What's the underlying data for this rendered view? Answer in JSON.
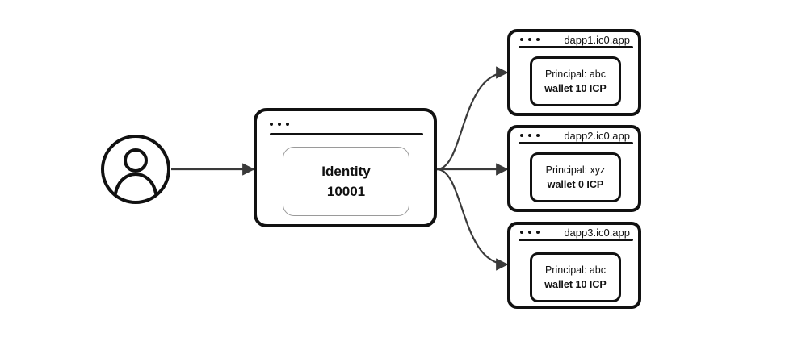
{
  "identity": {
    "title": "Identity",
    "number": "10001"
  },
  "dapps": [
    {
      "url": "dapp1.ic0.app",
      "principal": "Principal: abc",
      "wallet": "wallet 10 ICP"
    },
    {
      "url": "dapp2.ic0.app",
      "principal": "Principal: xyz",
      "wallet": "wallet 0 ICP"
    },
    {
      "url": "dapp3.ic0.app",
      "principal": "Principal: abc",
      "wallet": "wallet 10 ICP"
    }
  ],
  "icons": {
    "user": "user-avatar-icon",
    "window_controls": "window-dots-icon"
  },
  "colors": {
    "stroke": "#111111",
    "arrow": "#3a3a3a",
    "inner_border": "#9a9a9a"
  }
}
